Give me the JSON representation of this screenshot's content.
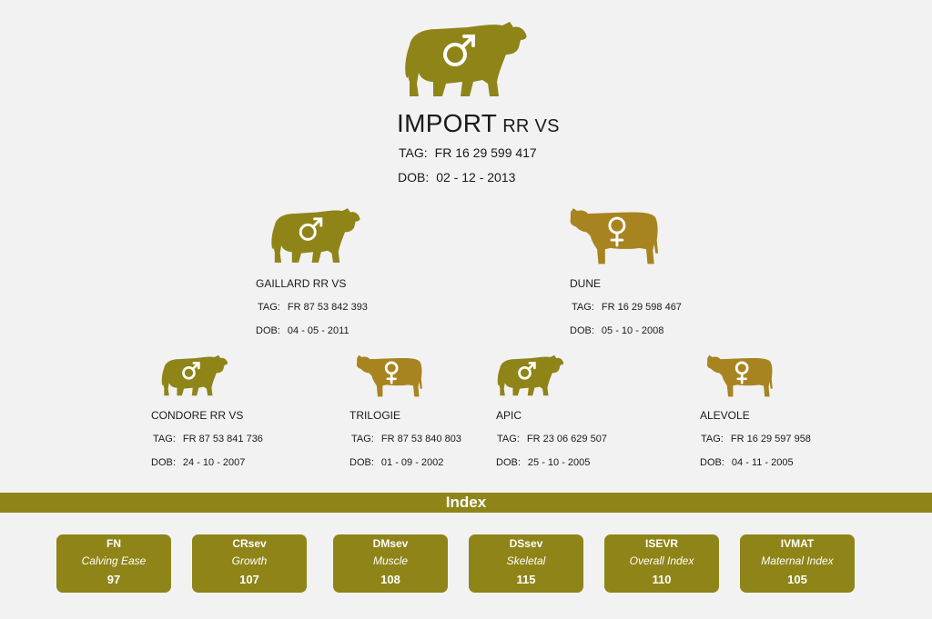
{
  "colors": {
    "bull": "#8f8418",
    "cow": "#a88420",
    "index_bar": "#8f8418",
    "card": "#8f8418"
  },
  "pedigree": {
    "root": {
      "name": "IMPORT",
      "name_suffix": "RR VS",
      "tag_label": "TAG:",
      "tag": "FR 16 29 599 417",
      "dob_label": "DOB:",
      "dob": "02 - 12 - 2013",
      "sex": "male",
      "icon": "male-symbol"
    },
    "sire": {
      "name": "GAILLARD RR VS",
      "tag_label": "TAG:",
      "tag": "FR 87 53 842 393",
      "dob_label": "DOB:",
      "dob": "04 - 05 - 2011",
      "sex": "male",
      "icon": "male-symbol"
    },
    "dam": {
      "name": "DUNE",
      "tag_label": "TAG:",
      "tag": "FR 16 29 598 467",
      "dob_label": "DOB:",
      "dob": "05 - 10 - 2008",
      "sex": "female",
      "icon": "female-symbol"
    },
    "sire_sire": {
      "name": "CONDORE RR VS",
      "tag_label": "TAG:",
      "tag": "FR 87 53 841 736",
      "dob_label": "DOB:",
      "dob": "24 - 10 - 2007",
      "sex": "male",
      "icon": "male-symbol"
    },
    "sire_dam": {
      "name": "TRILOGIE",
      "tag_label": "TAG:",
      "tag": "FR 87 53 840 803",
      "dob_label": "DOB:",
      "dob": "01 - 09 - 2002",
      "sex": "female",
      "icon": "female-symbol"
    },
    "dam_sire": {
      "name": "APIC",
      "tag_label": "TAG:",
      "tag": "FR 23 06 629 507",
      "dob_label": "DOB:",
      "dob": "25 - 10 - 2005",
      "sex": "male",
      "icon": "male-symbol"
    },
    "dam_dam": {
      "name": "ALEVOLE",
      "tag_label": "TAG:",
      "tag": "FR 16 29 597 958",
      "dob_label": "DOB:",
      "dob": "04 - 11 - 2005",
      "sex": "female",
      "icon": "female-symbol"
    }
  },
  "index": {
    "title": "Index",
    "cards": [
      {
        "code": "FN",
        "desc": "Calving Ease",
        "value": "97"
      },
      {
        "code": "CRsev",
        "desc": "Growth",
        "value": "107"
      },
      {
        "code": "DMsev",
        "desc": "Muscle",
        "value": "108"
      },
      {
        "code": "DSsev",
        "desc": "Skeletal",
        "value": "115"
      },
      {
        "code": "ISEVR",
        "desc": "Overall Index",
        "value": "110"
      },
      {
        "code": "IVMAT",
        "desc": "Maternal Index",
        "value": "105"
      }
    ]
  }
}
